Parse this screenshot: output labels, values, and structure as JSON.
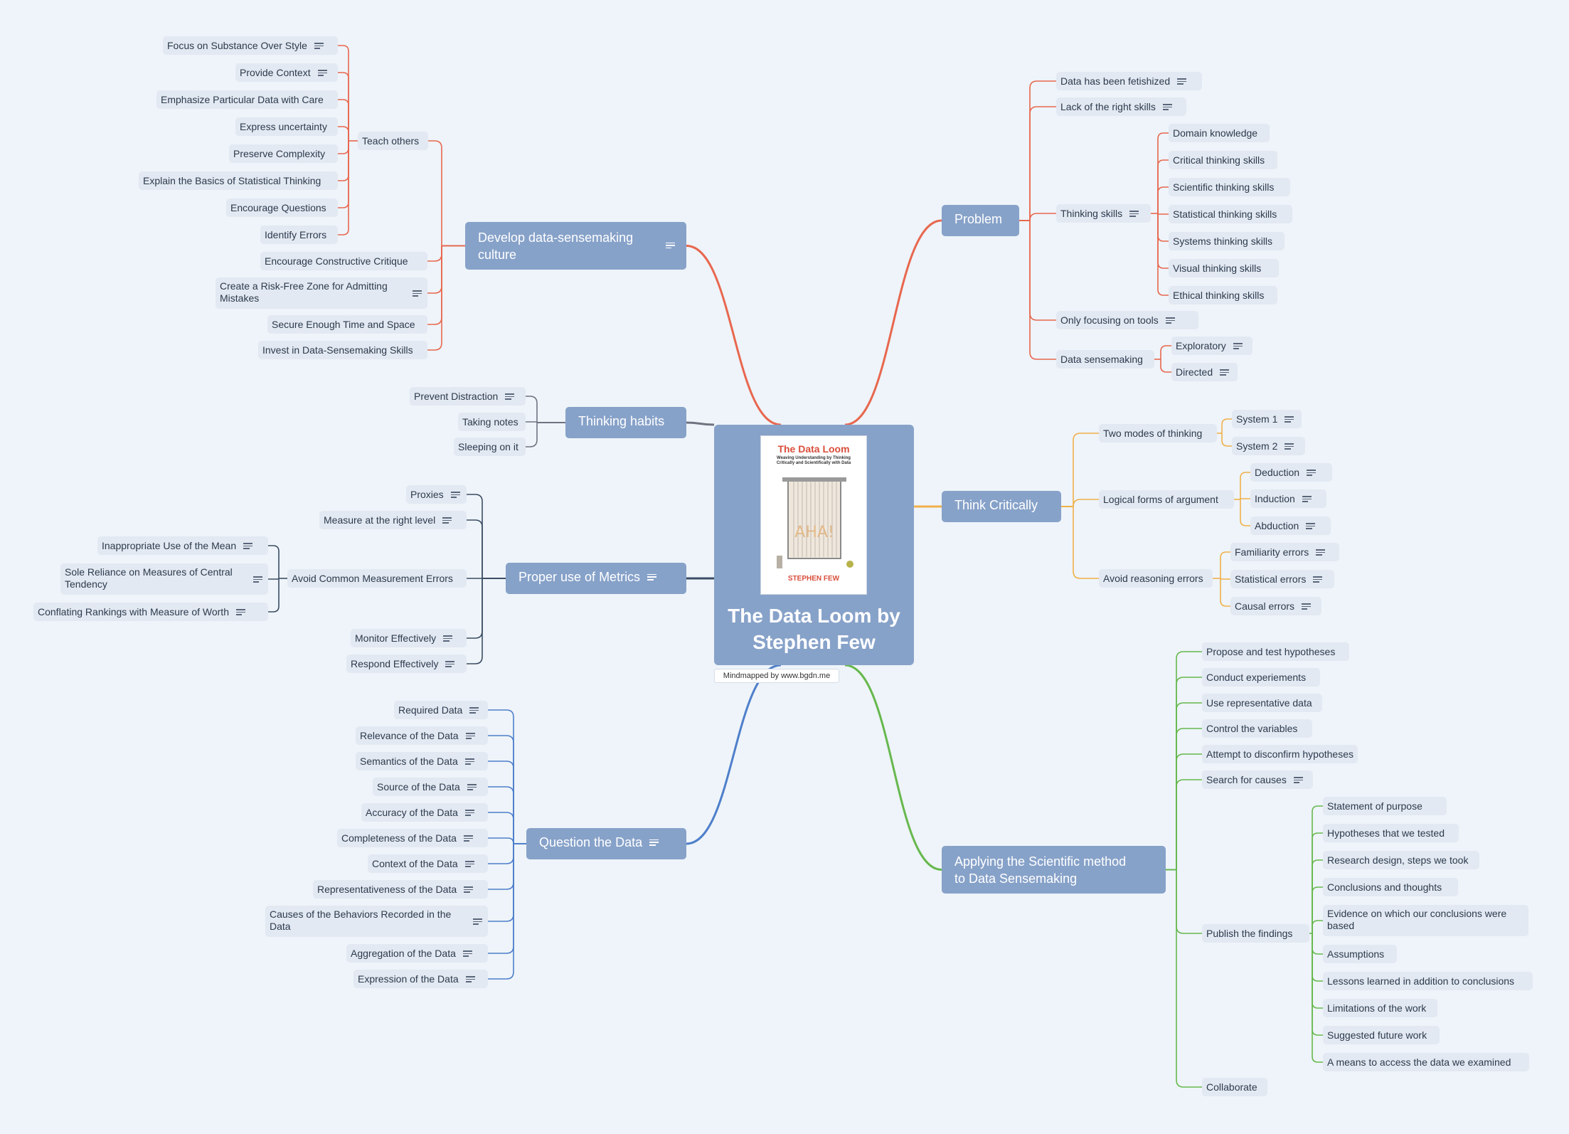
{
  "center": {
    "title": "The Data Loom by Stephen Few",
    "cover_title": "The Data Loom",
    "cover_subtitle": "Weaving Understanding by Thinking Critically and Scientifically with Data",
    "cover_art_text": "AHA!",
    "cover_author": "STEPHEN FEW",
    "credit": "Mindmapped by www.bgdn.me"
  },
  "colors": {
    "background": "#eef4f9",
    "main_node": "#87a2c9",
    "leaf_node": "#e3e9f2",
    "problem": "#e8674f",
    "culture": "#e8674f",
    "think": "#f0b04a",
    "habits": "#6f7380",
    "metrics": "#3b4c63",
    "question": "#4f7fcb",
    "scientific": "#67b84e"
  },
  "branches": [
    {
      "id": "problem",
      "label": "Problem",
      "color": "#e8674f",
      "side": "right",
      "has_note": false,
      "children": [
        {
          "label": "Data has been fetishized",
          "has_note": true,
          "children": []
        },
        {
          "label": "Lack of the right skills",
          "has_note": true,
          "children": []
        },
        {
          "label": "Thinking skills",
          "has_note": true,
          "children": [
            {
              "label": "Domain knowledge",
              "has_note": false
            },
            {
              "label": "Critical thinking skills",
              "has_note": false
            },
            {
              "label": "Scientific thinking skills",
              "has_note": false
            },
            {
              "label": "Statistical thinking skills",
              "has_note": false
            },
            {
              "label": "Systems thinking skills",
              "has_note": false
            },
            {
              "label": "Visual thinking skills",
              "has_note": false
            },
            {
              "label": "Ethical thinking skills",
              "has_note": false
            }
          ]
        },
        {
          "label": "Only focusing on tools",
          "has_note": true,
          "children": []
        },
        {
          "label": "Data sensemaking",
          "has_note": false,
          "children": [
            {
              "label": "Exploratory",
              "has_note": true
            },
            {
              "label": "Directed",
              "has_note": true
            }
          ]
        }
      ]
    },
    {
      "id": "think",
      "label": "Think Critically",
      "color": "#f0b04a",
      "side": "right",
      "has_note": false,
      "children": [
        {
          "label": "Two modes of thinking",
          "has_note": false,
          "children": [
            {
              "label": "System 1",
              "has_note": true
            },
            {
              "label": "System 2",
              "has_note": true
            }
          ]
        },
        {
          "label": "Logical forms of argument",
          "has_note": false,
          "children": [
            {
              "label": "Deduction",
              "has_note": true
            },
            {
              "label": "Induction",
              "has_note": true
            },
            {
              "label": "Abduction",
              "has_note": true
            }
          ]
        },
        {
          "label": "Avoid reasoning errors",
          "has_note": false,
          "children": [
            {
              "label": "Familiarity errors",
              "has_note": true
            },
            {
              "label": "Statistical errors",
              "has_note": true
            },
            {
              "label": "Causal errors",
              "has_note": true
            }
          ]
        }
      ]
    },
    {
      "id": "scientific",
      "label": "Applying the Scientific method to Data Sensemaking",
      "color": "#67b84e",
      "side": "right",
      "has_note": false,
      "children": [
        {
          "label": "Propose and test hypotheses",
          "has_note": false,
          "children": []
        },
        {
          "label": "Conduct experiements",
          "has_note": false,
          "children": []
        },
        {
          "label": "Use representative data",
          "has_note": false,
          "children": []
        },
        {
          "label": "Control the variables",
          "has_note": false,
          "children": []
        },
        {
          "label": "Attempt to disconfirm hypotheses",
          "has_note": false,
          "children": []
        },
        {
          "label": "Search for causes",
          "has_note": true,
          "children": []
        },
        {
          "label": "Publish the findings",
          "has_note": false,
          "children": [
            {
              "label": "Statement of purpose",
              "has_note": false
            },
            {
              "label": "Hypotheses that we tested",
              "has_note": false
            },
            {
              "label": "Research design, steps we took",
              "has_note": false
            },
            {
              "label": "Conclusions and thoughts",
              "has_note": false
            },
            {
              "label": "Evidence on which our conclusions were based",
              "has_note": false
            },
            {
              "label": "Assumptions",
              "has_note": false
            },
            {
              "label": "Lessons learned in addition to conclusions",
              "has_note": false
            },
            {
              "label": "Limitations of the work",
              "has_note": false
            },
            {
              "label": "Suggested future work",
              "has_note": false
            },
            {
              "label": "A means to access the data we examined",
              "has_note": false
            }
          ]
        },
        {
          "label": "Collaborate",
          "has_note": false,
          "children": []
        }
      ]
    },
    {
      "id": "culture",
      "label": "Develop data-sensemaking culture",
      "color": "#e8674f",
      "side": "left",
      "has_note": true,
      "children": [
        {
          "label": "Teach others",
          "has_note": false,
          "children": [
            {
              "label": "Focus on Substance Over Style",
              "has_note": true
            },
            {
              "label": "Provide Context",
              "has_note": true
            },
            {
              "label": "Emphasize Particular Data with Care",
              "has_note": false
            },
            {
              "label": "Express uncertainty",
              "has_note": false
            },
            {
              "label": "Preserve Complexity",
              "has_note": false
            },
            {
              "label": "Explain the Basics of Statistical Thinking",
              "has_note": false
            },
            {
              "label": "Encourage Questions",
              "has_note": false
            },
            {
              "label": "Identify Errors",
              "has_note": false
            }
          ]
        },
        {
          "label": "Encourage Constructive Critique",
          "has_note": false,
          "children": []
        },
        {
          "label": "Create a Risk-Free Zone for Admitting Mistakes",
          "has_note": true,
          "children": []
        },
        {
          "label": "Secure Enough Time and Space",
          "has_note": false,
          "children": []
        },
        {
          "label": "Invest in Data-Sensemaking Skills",
          "has_note": false,
          "children": []
        }
      ]
    },
    {
      "id": "habits",
      "label": "Thinking habits",
      "color": "#6f7380",
      "side": "left",
      "has_note": false,
      "children": [
        {
          "label": "Prevent Distraction",
          "has_note": true,
          "children": []
        },
        {
          "label": "Taking notes",
          "has_note": false,
          "children": []
        },
        {
          "label": "Sleeping on it",
          "has_note": false,
          "children": []
        }
      ]
    },
    {
      "id": "metrics",
      "label": "Proper use of Metrics",
      "color": "#3b4c63",
      "side": "left",
      "has_note": true,
      "children": [
        {
          "label": "Proxies",
          "has_note": true,
          "children": []
        },
        {
          "label": "Measure at the right level",
          "has_note": true,
          "children": []
        },
        {
          "label": "Avoid Common Measurement Errors",
          "has_note": false,
          "children": [
            {
              "label": "Inappropriate Use of the Mean",
              "has_note": true
            },
            {
              "label": "Sole Reliance on Measures of Central Tendency",
              "has_note": true
            },
            {
              "label": "Conflating Rankings with Measure of Worth",
              "has_note": true
            }
          ]
        },
        {
          "label": "Monitor Effectively",
          "has_note": true,
          "children": []
        },
        {
          "label": "Respond Effectively",
          "has_note": true,
          "children": []
        }
      ]
    },
    {
      "id": "question",
      "label": "Question the Data",
      "color": "#4f7fcb",
      "side": "left",
      "has_note": true,
      "children": [
        {
          "label": "Required Data",
          "has_note": true,
          "children": []
        },
        {
          "label": "Relevance of the Data",
          "has_note": true,
          "children": []
        },
        {
          "label": "Semantics of the Data",
          "has_note": true,
          "children": []
        },
        {
          "label": "Source of the Data",
          "has_note": true,
          "children": []
        },
        {
          "label": "Accuracy of the Data",
          "has_note": true,
          "children": []
        },
        {
          "label": "Completeness of the Data",
          "has_note": true,
          "children": []
        },
        {
          "label": "Context of the Data",
          "has_note": true,
          "children": []
        },
        {
          "label": "Representativeness of the Data",
          "has_note": true,
          "children": []
        },
        {
          "label": "Causes of the Behaviors Recorded in the Data",
          "has_note": true,
          "children": []
        },
        {
          "label": "Aggregation of the Data",
          "has_note": true,
          "children": []
        },
        {
          "label": "Expression of the Data",
          "has_note": true,
          "children": []
        }
      ]
    }
  ]
}
